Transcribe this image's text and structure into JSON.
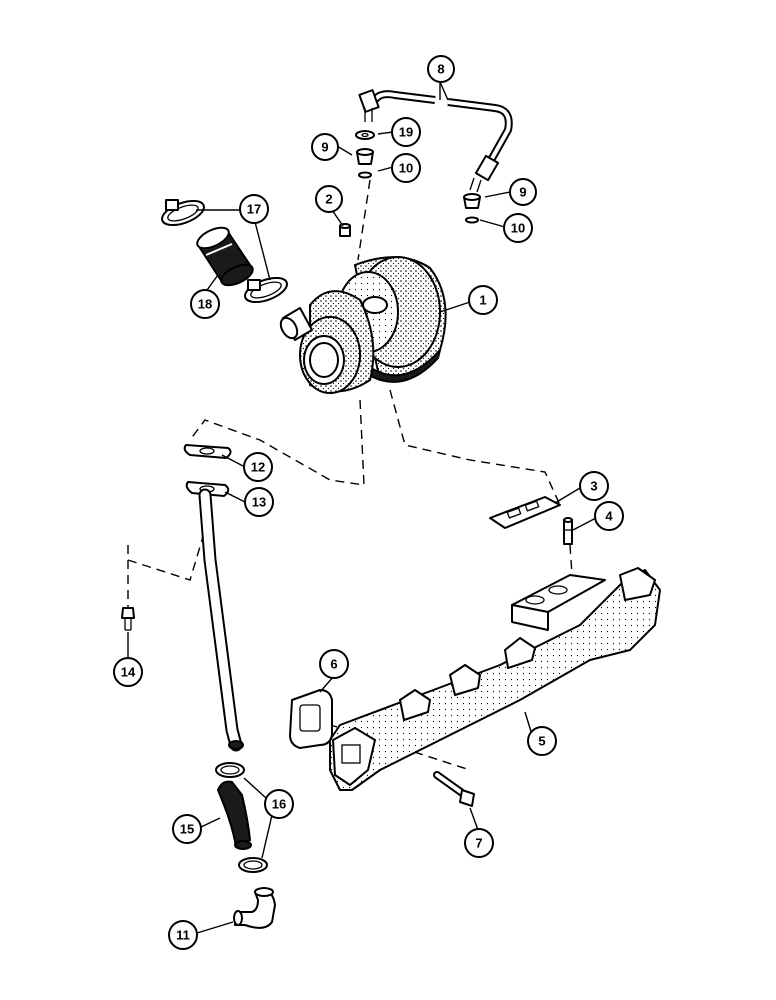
{
  "callouts": [
    {
      "id": "c1",
      "label": "1"
    },
    {
      "id": "c2",
      "label": "2"
    },
    {
      "id": "c3",
      "label": "3"
    },
    {
      "id": "c4",
      "label": "4"
    },
    {
      "id": "c5",
      "label": "5"
    },
    {
      "id": "c6",
      "label": "6"
    },
    {
      "id": "c7",
      "label": "7"
    },
    {
      "id": "c8",
      "label": "8"
    },
    {
      "id": "c9a",
      "label": "9"
    },
    {
      "id": "c9b",
      "label": "9"
    },
    {
      "id": "c10a",
      "label": "10"
    },
    {
      "id": "c10b",
      "label": "10"
    },
    {
      "id": "c11",
      "label": "11"
    },
    {
      "id": "c12",
      "label": "12"
    },
    {
      "id": "c13",
      "label": "13"
    },
    {
      "id": "c14",
      "label": "14"
    },
    {
      "id": "c15",
      "label": "15"
    },
    {
      "id": "c16",
      "label": "16"
    },
    {
      "id": "c17",
      "label": "17"
    },
    {
      "id": "c18",
      "label": "18"
    },
    {
      "id": "c19",
      "label": "19"
    }
  ]
}
